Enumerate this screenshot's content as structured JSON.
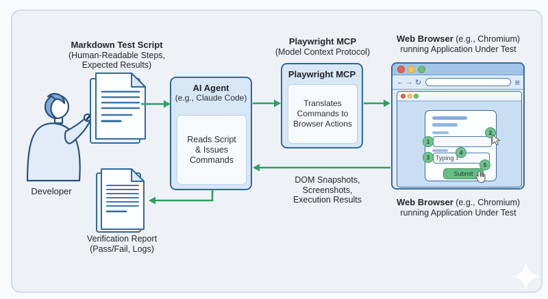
{
  "colors": {
    "accent_green": "#2f9e63",
    "box_border_blue": "#2e689e",
    "box_fill_blue": "#d8e7f6",
    "browser_titlebar": "#a3c5e9",
    "badge_green": "#72c28e",
    "traffic_red": "#e2635a",
    "traffic_yellow": "#eec65c",
    "traffic_green": "#6fbf77",
    "background": "#eef2f7"
  },
  "developer": {
    "label": "Developer"
  },
  "markdown_doc": {
    "title": "Markdown Test Script",
    "sub1": "(Human-Readable Steps,",
    "sub2": "Expected Results)"
  },
  "ai_agent": {
    "title": "AI Agent",
    "subtitle": "(e.g., Claude Code)",
    "body_line1": "Reads Script",
    "body_line2": "& Issues",
    "body_line3": "Commands"
  },
  "playwright": {
    "label_title": "Playwright MCP",
    "label_sub": "(Model Context Protocol)",
    "box_title": "Playwright MCP",
    "body_line1": "Translates",
    "body_line2": "Commands to",
    "body_line3": "Browser Actions"
  },
  "browser": {
    "label_bold": "Web Browser",
    "label_rest": " (e.g., Chromium)",
    "label_line2": "running Application Under Test",
    "nav": {
      "back": "←",
      "forward": "→",
      "refresh": "↻",
      "menu": "≡"
    },
    "form": {
      "typing": "Typing",
      "submit": "Submit",
      "badges": [
        "1",
        "2",
        "3",
        "4",
        "5"
      ]
    }
  },
  "return_flow": {
    "line1": "DOM Snapshots,",
    "line2": "Screenshots,",
    "line3": "Execution Results"
  },
  "verification": {
    "line1": "Verification Report",
    "line2": "(Pass/Fail, Logs)"
  }
}
